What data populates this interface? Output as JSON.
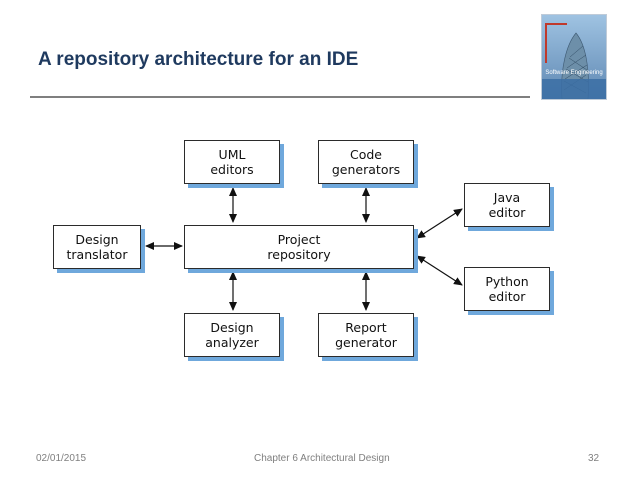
{
  "slide": {
    "title": "A repository architecture for an IDE",
    "cover_text": "Software Engineering"
  },
  "diagram": {
    "nodes": {
      "uml_editors": "UML\neditors",
      "code_generators": "Code\ngenerators",
      "java_editor": "Java\neditor",
      "design_translator": "Design\ntranslator",
      "project_repository": "Project\nrepository",
      "python_editor": "Python\neditor",
      "design_analyzer": "Design\nanalyzer",
      "report_generator": "Report\ngenerator"
    }
  },
  "footer": {
    "date": "02/01/2015",
    "chapter": "Chapter 6 Architectural Design",
    "page": "32"
  },
  "colors": {
    "title": "#1f3a5f",
    "box_shadow": "#6fa8dc",
    "rule": "#7f7f7f"
  }
}
